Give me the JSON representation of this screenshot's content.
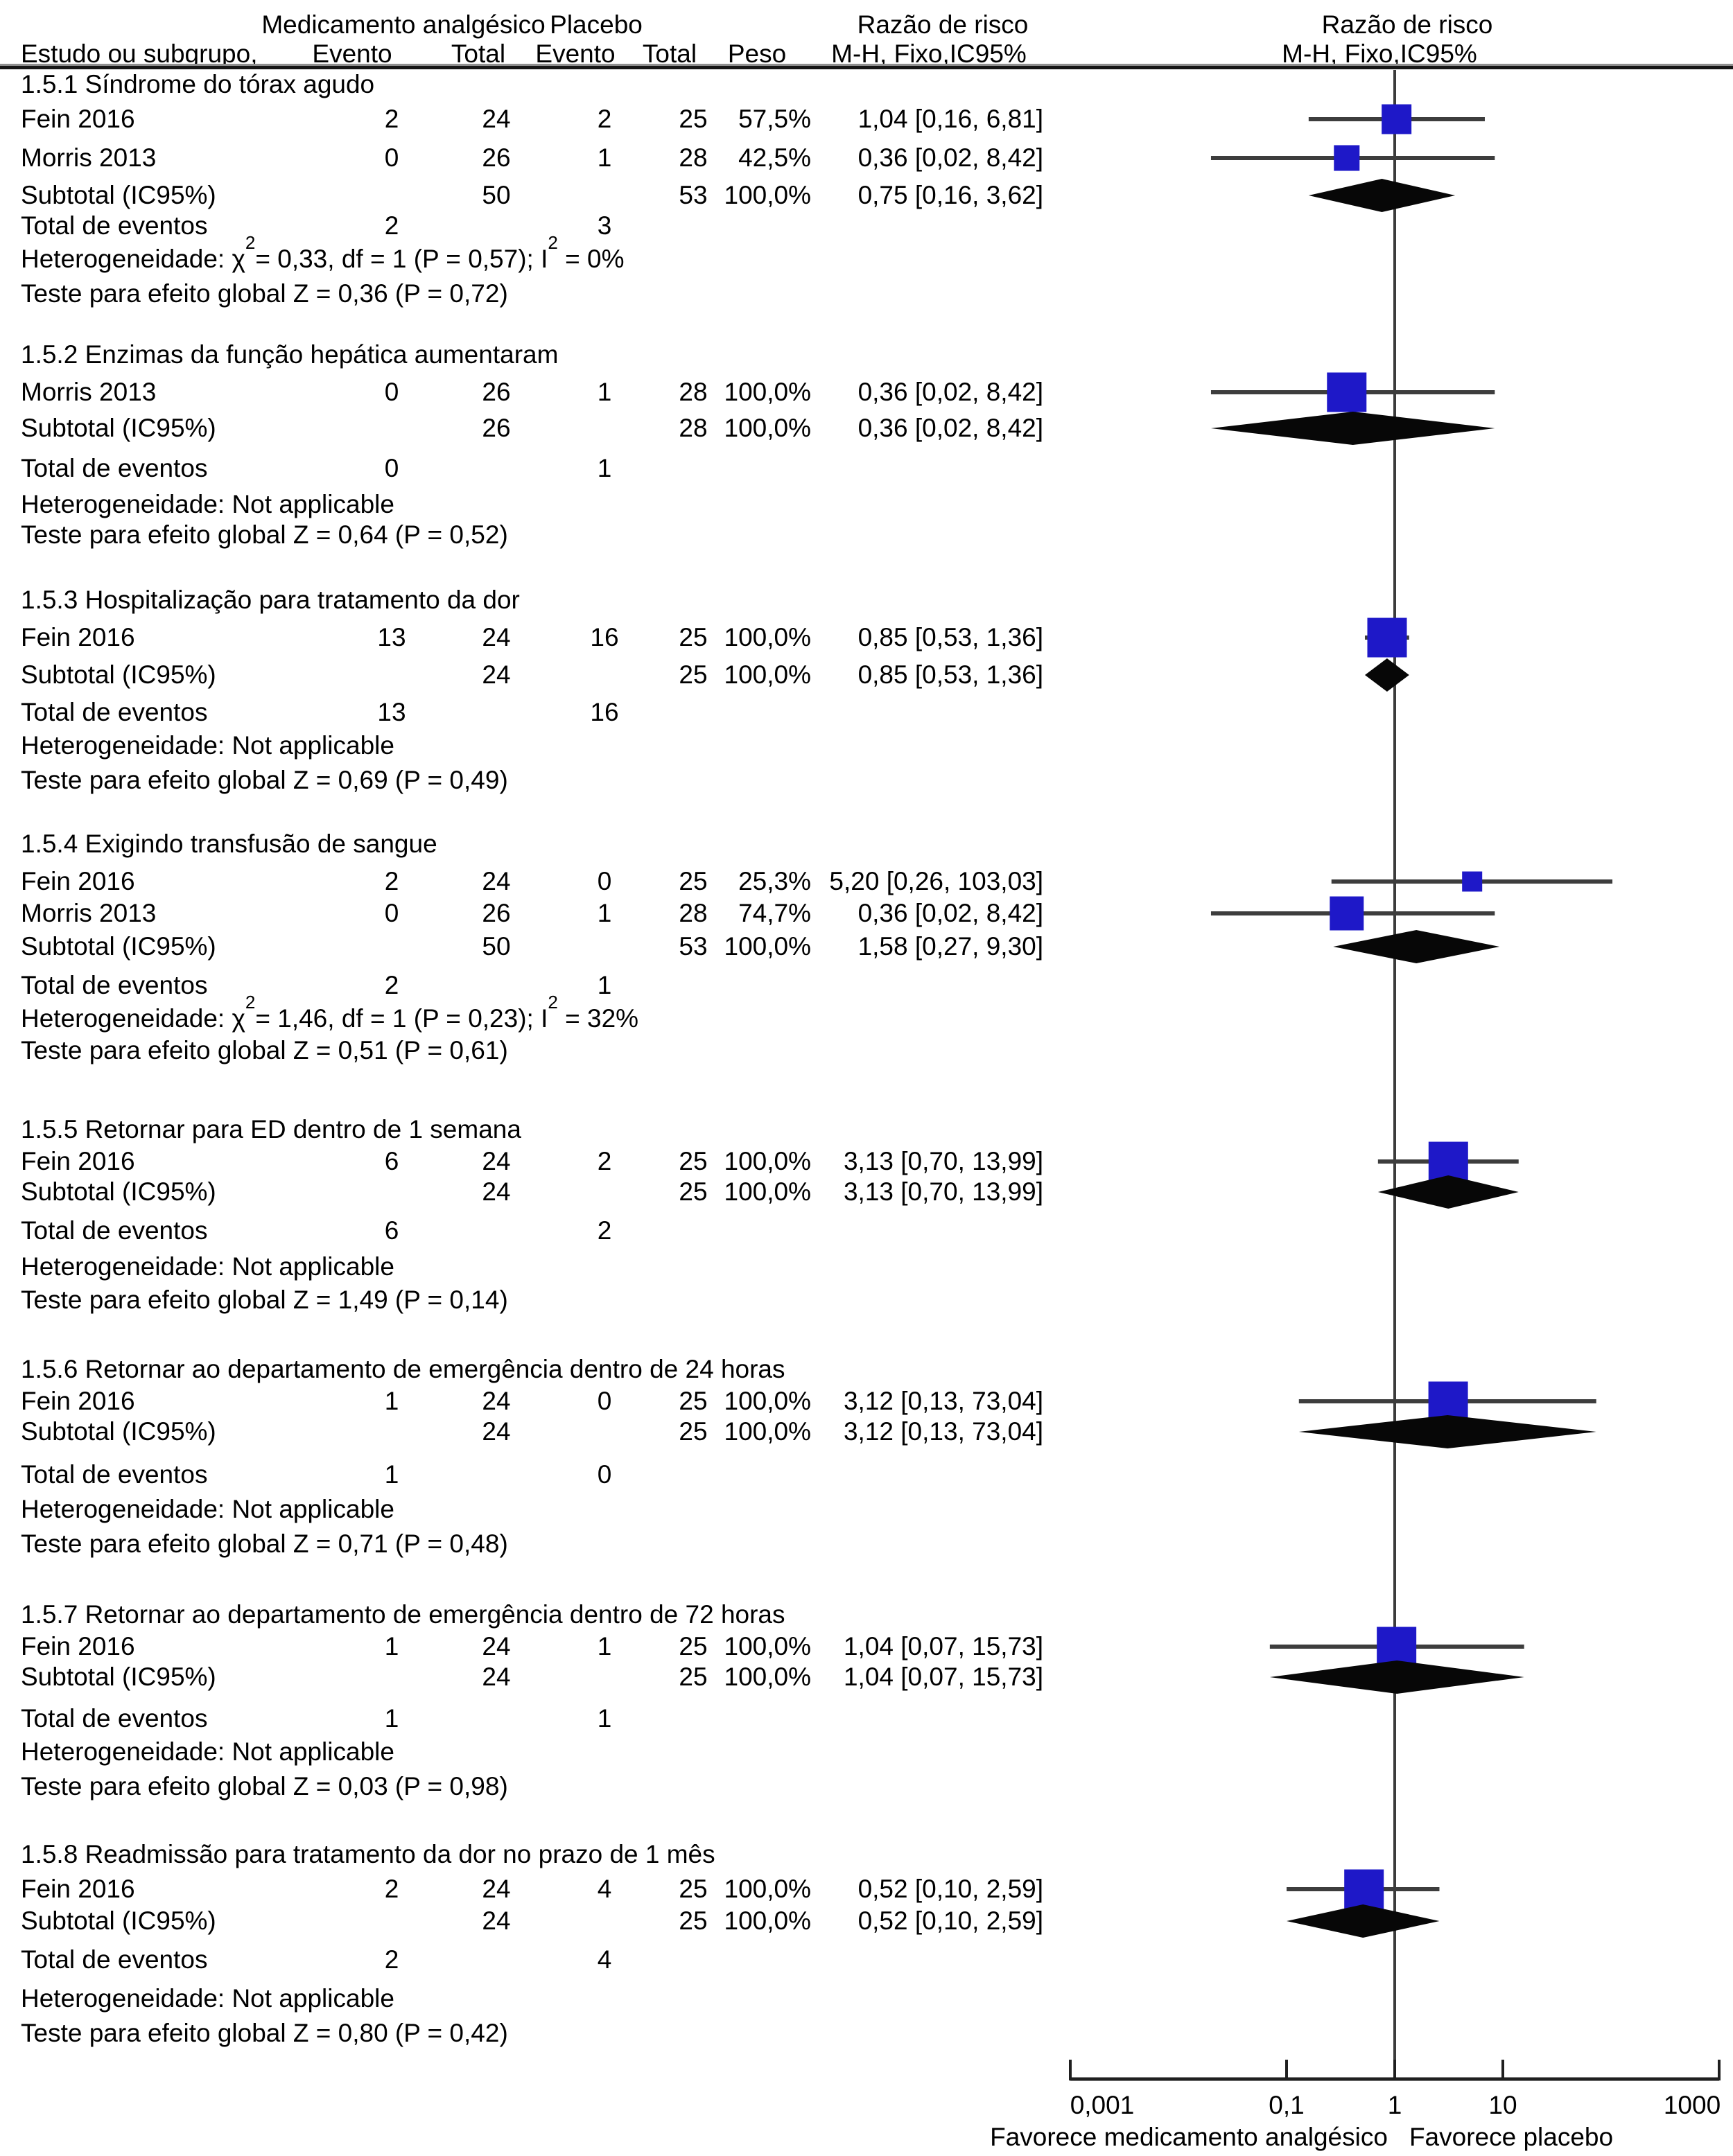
{
  "header": {
    "group_left": "Medicamento analgésico",
    "group_right": "Placebo",
    "study_col": "Estudo ou subgrupo,",
    "event_col": "Evento",
    "total_col": "Total",
    "weight_col": "Peso",
    "effect_col": "Razão de risco",
    "method_col": "M-H, Fixo,IC95%"
  },
  "labels": {
    "subtotal": "Subtotal (IC95%)",
    "total_events": "Total de eventos",
    "heterogeneity": "Heterogeneidade:",
    "not_applicable": "Not applicable",
    "test": "Teste para efeito global"
  },
  "colors": {
    "square": "#1e18c8",
    "diamond": "#070707",
    "ci_line": "#3d3d3d",
    "center_line": "#3c3c3c",
    "axis": "#1f1f1f"
  },
  "chart_data": {
    "type": "forest",
    "scale": "log10",
    "effect_measure": "Razão de risco (M-H, Fixo, IC95%)",
    "axis_range": [
      0.001,
      1000
    ],
    "x_ticks": [
      {
        "v": 0.001,
        "label": "0,001"
      },
      {
        "v": 0.1,
        "label": "0,1"
      },
      {
        "v": 1,
        "label": "1"
      },
      {
        "v": 10,
        "label": "10"
      },
      {
        "v": 1000,
        "label": "1000"
      }
    ],
    "favor_left": "Favorece medicamento analgésico",
    "favor_right": "Favorece placebo",
    "sections": [
      {
        "title": "1.5.1 Síndrome do tórax agudo",
        "studies": [
          {
            "name": "Fein 2016",
            "events_t": "2",
            "total_t": "24",
            "events_c": "2",
            "total_c": "25",
            "weight": "57,5%",
            "weight_val": 57.5,
            "rr": 1.04,
            "ci_low": 0.16,
            "ci_high": 6.81,
            "rr_text": "1,04 [0,16, 6,81]"
          },
          {
            "name": "Morris 2013",
            "events_t": "0",
            "total_t": "26",
            "events_c": "1",
            "total_c": "28",
            "weight": "42,5%",
            "weight_val": 42.5,
            "rr": 0.36,
            "ci_low": 0.02,
            "ci_high": 8.42,
            "rr_text": "0,36 [0,02, 8,42]"
          }
        ],
        "subtotal": {
          "total_t": "50",
          "total_c": "53",
          "weight": "100,0%",
          "rr": 0.75,
          "ci_low": 0.16,
          "ci_high": 3.62,
          "rr_text": "0,75 [0,16, 3,62]"
        },
        "total_events": {
          "t": "2",
          "c": "3"
        },
        "heterogeneity": {
          "chi2": "0,33",
          "df": "1",
          "p": "0,57",
          "i2": "0%"
        },
        "test": "Z = 0,36 (P = 0,72)"
      },
      {
        "title": "1.5.2 Enzimas da função hepática aumentaram",
        "studies": [
          {
            "name": "Morris 2013",
            "events_t": "0",
            "total_t": "26",
            "events_c": "1",
            "total_c": "28",
            "weight": "100,0%",
            "weight_val": 100,
            "rr": 0.36,
            "ci_low": 0.02,
            "ci_high": 8.42,
            "rr_text": "0,36 [0,02, 8,42]"
          }
        ],
        "subtotal": {
          "total_t": "26",
          "total_c": "28",
          "weight": "100,0%",
          "rr": 0.36,
          "ci_low": 0.02,
          "ci_high": 8.42,
          "rr_text": "0,36 [0,02, 8,42]"
        },
        "total_events": {
          "t": "0",
          "c": "1"
        },
        "heterogeneity": null,
        "test": "Z = 0,64 (P = 0,52)"
      },
      {
        "title": "1.5.3 Hospitalização para tratamento da dor",
        "studies": [
          {
            "name": "Fein 2016",
            "events_t": "13",
            "total_t": "24",
            "events_c": "16",
            "total_c": "25",
            "weight": "100,0%",
            "weight_val": 100,
            "rr": 0.85,
            "ci_low": 0.53,
            "ci_high": 1.36,
            "rr_text": "0,85 [0,53, 1,36]"
          }
        ],
        "subtotal": {
          "total_t": "24",
          "total_c": "25",
          "weight": "100,0%",
          "rr": 0.85,
          "ci_low": 0.53,
          "ci_high": 1.36,
          "rr_text": "0,85 [0,53, 1,36]"
        },
        "total_events": {
          "t": "13",
          "c": "16"
        },
        "heterogeneity": null,
        "test": "Z = 0,69 (P = 0,49)"
      },
      {
        "title": "1.5.4 Exigindo transfusão de sangue",
        "studies": [
          {
            "name": "Fein 2016",
            "events_t": "2",
            "total_t": "24",
            "events_c": "0",
            "total_c": "25",
            "weight": "25,3%",
            "weight_val": 25.3,
            "rr": 5.2,
            "ci_low": 0.26,
            "ci_high": 103.03,
            "rr_text": "5,20 [0,26, 103,03]"
          },
          {
            "name": "Morris 2013",
            "events_t": "0",
            "total_t": "26",
            "events_c": "1",
            "total_c": "28",
            "weight": "74,7%",
            "weight_val": 74.7,
            "rr": 0.36,
            "ci_low": 0.02,
            "ci_high": 8.42,
            "rr_text": "0,36 [0,02, 8,42]"
          }
        ],
        "subtotal": {
          "total_t": "50",
          "total_c": "53",
          "weight": "100,0%",
          "rr": 1.58,
          "ci_low": 0.27,
          "ci_high": 9.3,
          "rr_text": "1,58 [0,27, 9,30]"
        },
        "total_events": {
          "t": "2",
          "c": "1"
        },
        "heterogeneity": {
          "chi2": "1,46",
          "df": "1",
          "p": "0,23",
          "i2": "32%"
        },
        "test": "Z = 0,51 (P = 0,61)"
      },
      {
        "title": "1.5.5 Retornar para ED dentro de 1 semana",
        "studies": [
          {
            "name": "Fein 2016",
            "events_t": "6",
            "total_t": "24",
            "events_c": "2",
            "total_c": "25",
            "weight": "100,0%",
            "weight_val": 100,
            "rr": 3.13,
            "ci_low": 0.7,
            "ci_high": 13.99,
            "rr_text": "3,13 [0,70, 13,99]"
          }
        ],
        "subtotal": {
          "total_t": "24",
          "total_c": "25",
          "weight": "100,0%",
          "rr": 3.13,
          "ci_low": 0.7,
          "ci_high": 13.99,
          "rr_text": "3,13 [0,70, 13,99]"
        },
        "total_events": {
          "t": "6",
          "c": "2"
        },
        "heterogeneity": null,
        "test": "Z = 1,49 (P = 0,14)"
      },
      {
        "title": "1.5.6 Retornar ao departamento de emergência dentro de 24 horas",
        "studies": [
          {
            "name": "Fein 2016",
            "events_t": "1",
            "total_t": "24",
            "events_c": "0",
            "total_c": "25",
            "weight": "100,0%",
            "weight_val": 100,
            "rr": 3.12,
            "ci_low": 0.13,
            "ci_high": 73.04,
            "rr_text": "3,12 [0,13, 73,04]"
          }
        ],
        "subtotal": {
          "total_t": "24",
          "total_c": "25",
          "weight": "100,0%",
          "rr": 3.12,
          "ci_low": 0.13,
          "ci_high": 73.04,
          "rr_text": "3,12 [0,13, 73,04]"
        },
        "total_events": {
          "t": "1",
          "c": "0"
        },
        "heterogeneity": null,
        "test": "Z = 0,71 (P = 0,48)"
      },
      {
        "title": "1.5.7 Retornar ao departamento de emergência dentro de 72 horas",
        "studies": [
          {
            "name": "Fein 2016",
            "events_t": "1",
            "total_t": "24",
            "events_c": "1",
            "total_c": "25",
            "weight": "100,0%",
            "weight_val": 100,
            "rr": 1.04,
            "ci_low": 0.07,
            "ci_high": 15.73,
            "rr_text": "1,04 [0,07, 15,73]"
          }
        ],
        "subtotal": {
          "total_t": "24",
          "total_c": "25",
          "weight": "100,0%",
          "rr": 1.04,
          "ci_low": 0.07,
          "ci_high": 15.73,
          "rr_text": "1,04 [0,07, 15,73]"
        },
        "total_events": {
          "t": "1",
          "c": "1"
        },
        "heterogeneity": null,
        "test": "Z = 0,03 (P = 0,98)"
      },
      {
        "title": "1.5.8 Readmissão para tratamento da dor no prazo de 1 mês",
        "studies": [
          {
            "name": "Fein 2016",
            "events_t": "2",
            "total_t": "24",
            "events_c": "4",
            "total_c": "25",
            "weight": "100,0%",
            "weight_val": 100,
            "rr": 0.52,
            "ci_low": 0.1,
            "ci_high": 2.59,
            "rr_text": "0,52 [0,10, 2,59]"
          }
        ],
        "subtotal": {
          "total_t": "24",
          "total_c": "25",
          "weight": "100,0%",
          "rr": 0.52,
          "ci_low": 0.1,
          "ci_high": 2.59,
          "rr_text": "0,52 [0,10, 2,59]"
        },
        "total_events": {
          "t": "2",
          "c": "4"
        },
        "heterogeneity": null,
        "test": "Z = 0,80 (P = 0,42)"
      }
    ]
  }
}
